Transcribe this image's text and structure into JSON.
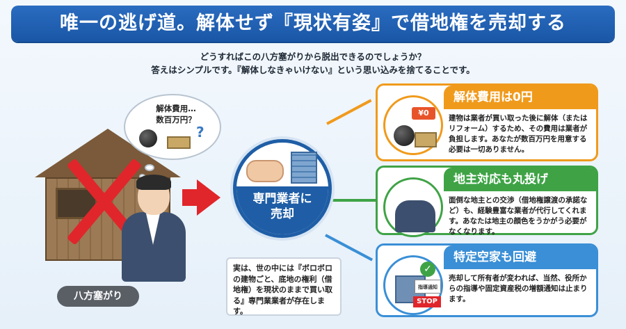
{
  "banner": {
    "title": "唯一の逃げ道。解体せず『現状有姿』で借地権を売却する"
  },
  "intro": {
    "line1": "どうすればこの八方塞がりから脱出できるのでしょうか？",
    "line2": "答えはシンプルです。『解体しなきゃいけない』という思い込みを捨てることです。"
  },
  "scene": {
    "thought_line1": "解体費用…",
    "thought_line2": "数百万円？",
    "question_mark": "?",
    "label": "八方塞がり"
  },
  "center": {
    "line1": "専門業者に",
    "line2": "売却",
    "note": "実は、世の中には『ボロボロの建物ごと、底地の権利（借地権）を現状のままで買い取る』専門業業者が存在します。"
  },
  "cards": [
    {
      "title": "解体費用は0円",
      "icon_tag": "¥0",
      "body": "建物は業者が買い取った後に解体（またはリフォーム）するため、その費用は業者が負担します。あなたが数百万円を用意する必要は一切ありません。"
    },
    {
      "title": "地主対応も丸投げ",
      "body": "面倒な地主との交渉（借地権譲渡の承諾など）も、経験豊富な業者が代行してくれます。あなたは地主の顔色をうかがう必要がなくなります。"
    },
    {
      "title": "特定空家も回避",
      "icon_check": "✓",
      "icon_notice": "指導通知",
      "icon_stop": "STOP",
      "body": "売却して所有者が変われば、当然、役所からの指導や固定資産税の増額通知は止まります。"
    }
  ],
  "colors": {
    "banner": "#1f5ea6",
    "orange": "#f09a1c",
    "green": "#3fa346",
    "blue": "#3a8fd6",
    "red": "#e0262b"
  }
}
